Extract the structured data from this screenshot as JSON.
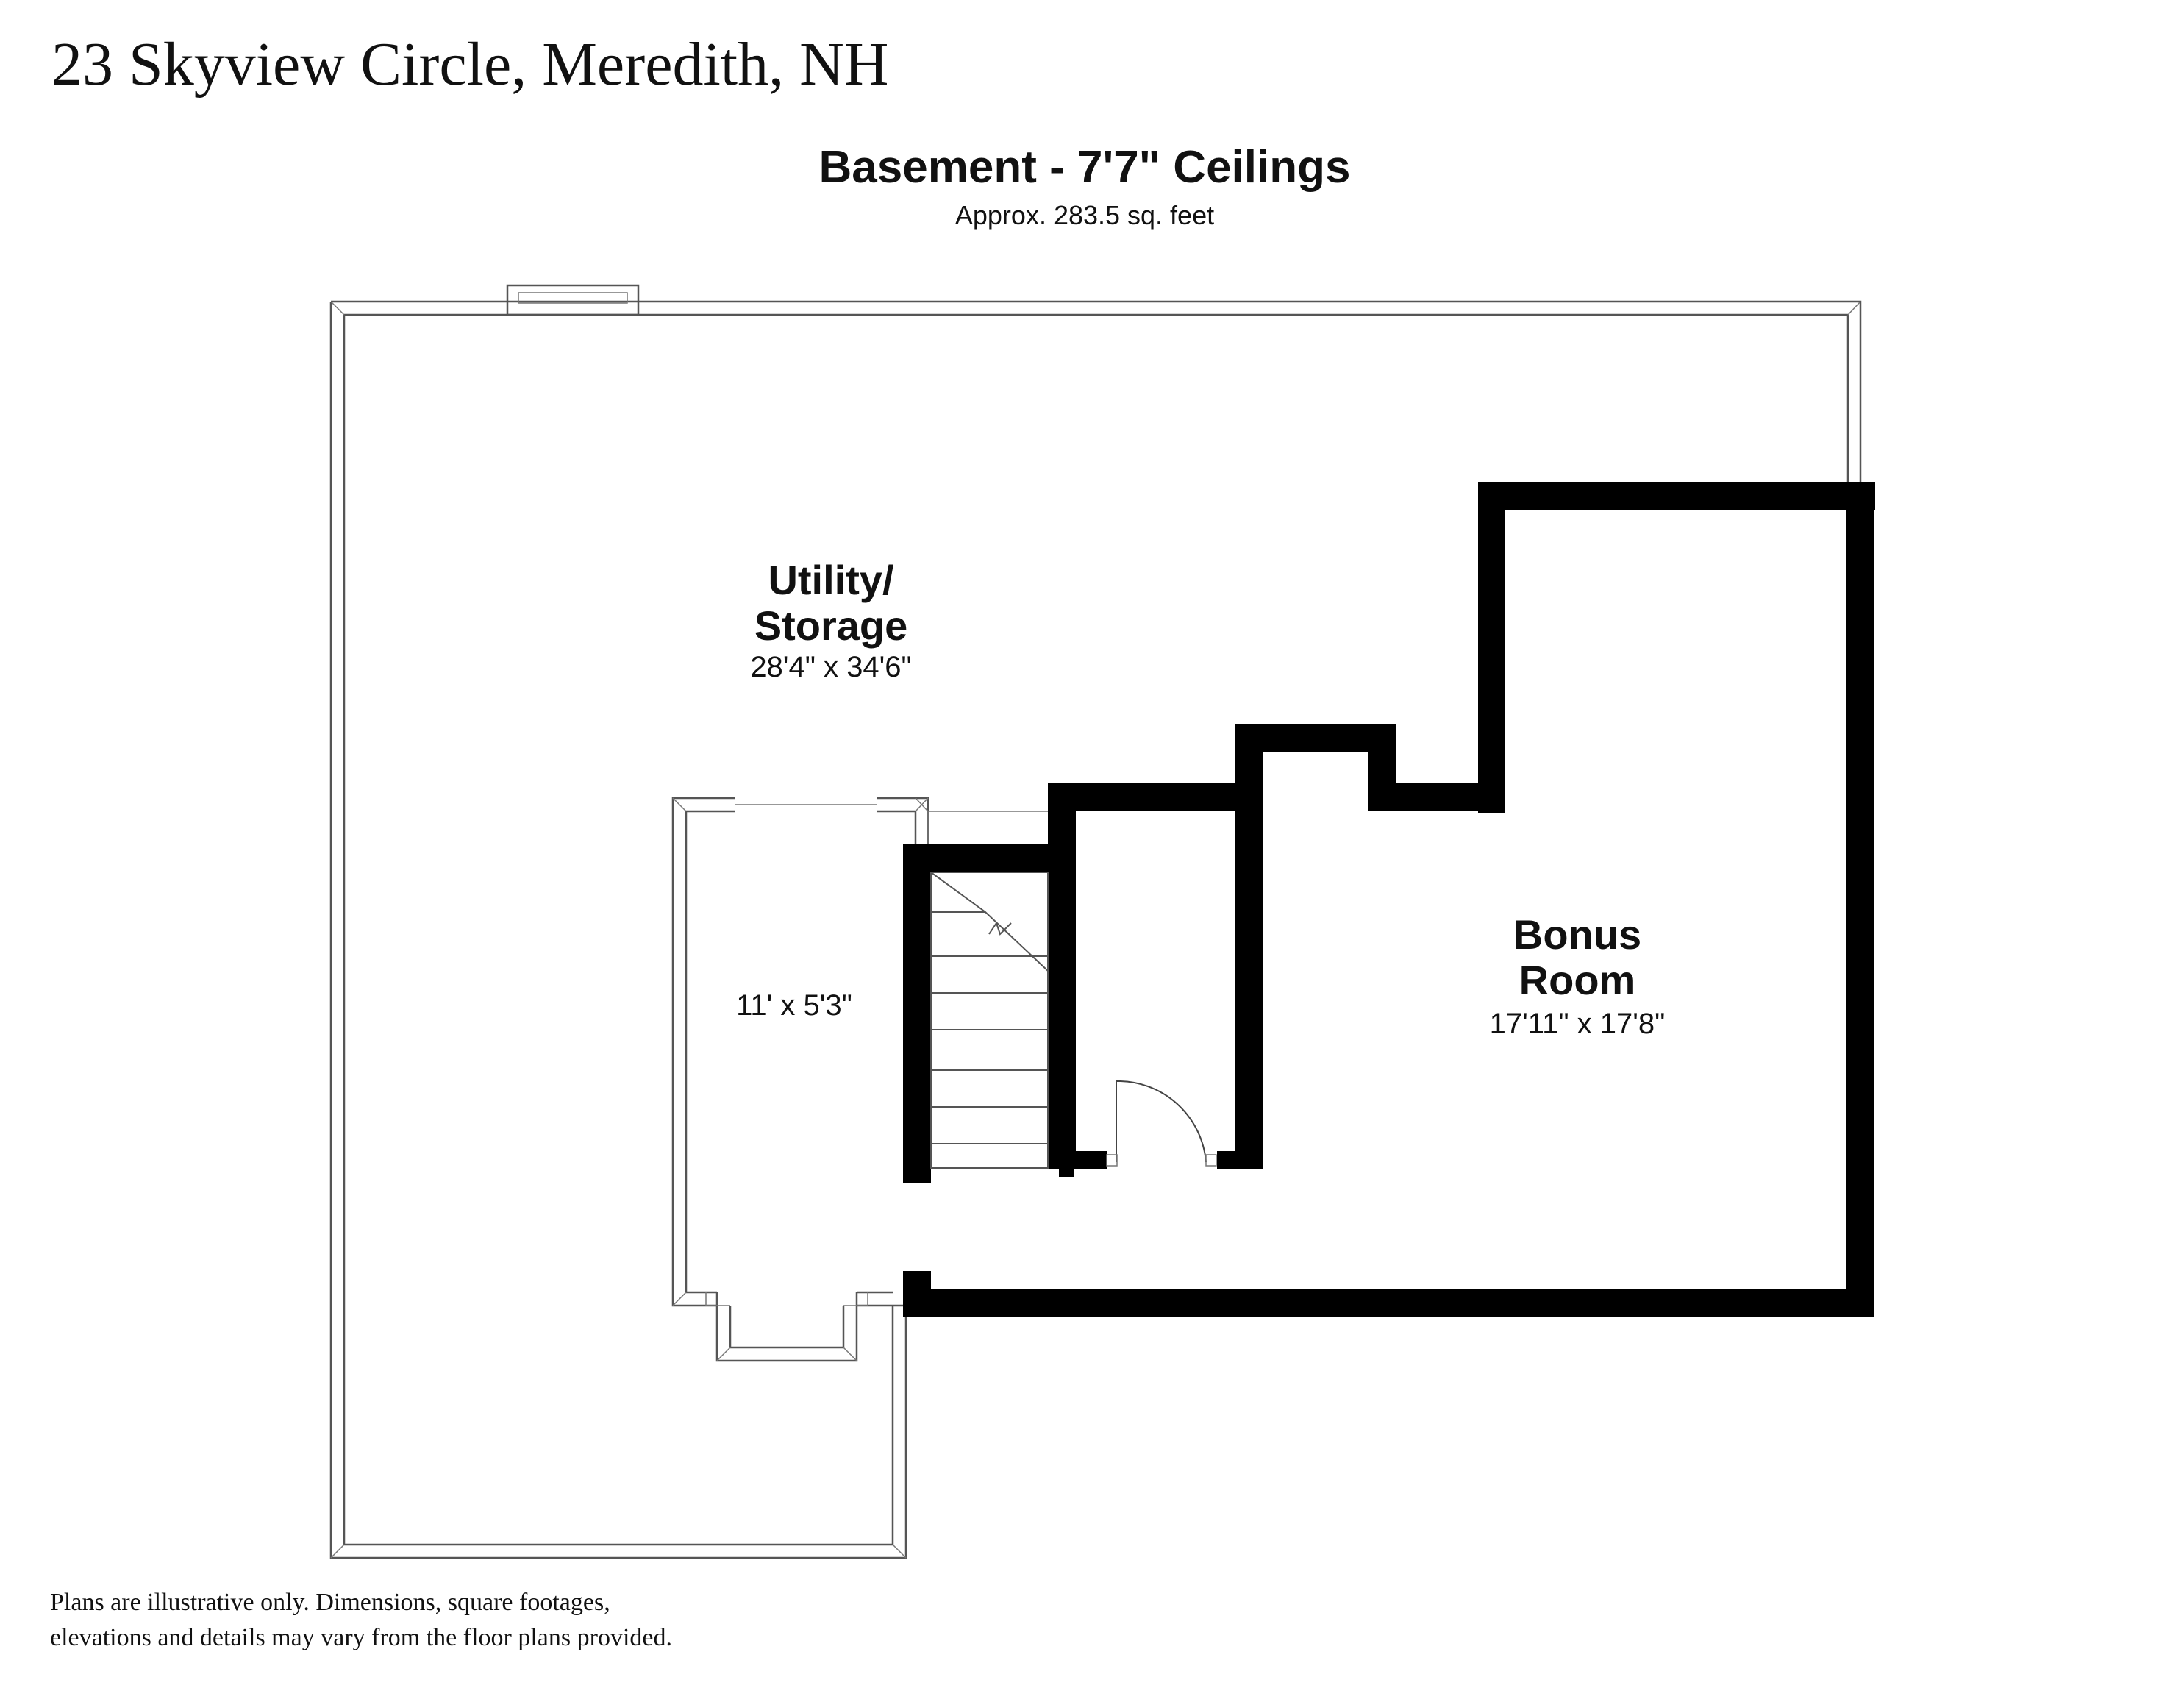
{
  "header": {
    "address": "23 Skyview Circle, Meredith, NH"
  },
  "floor": {
    "title": "Basement - 7'7\" Ceilings",
    "area": "Approx. 283.5 sq. feet"
  },
  "rooms": {
    "utility": {
      "line1": "Utility/",
      "line2": "Storage",
      "dims": "28'4\" x 34'6\""
    },
    "side_room": {
      "dims": "11' x 5'3\""
    },
    "bonus": {
      "line1": "Bonus",
      "line2": "Room",
      "dims": "17'11\" x 17'8\""
    }
  },
  "footer": {
    "disclaimer_line1": "Plans are illustrative only. Dimensions, square footages,",
    "disclaimer_line2": "elevations and details may vary from the floor plans provided."
  }
}
